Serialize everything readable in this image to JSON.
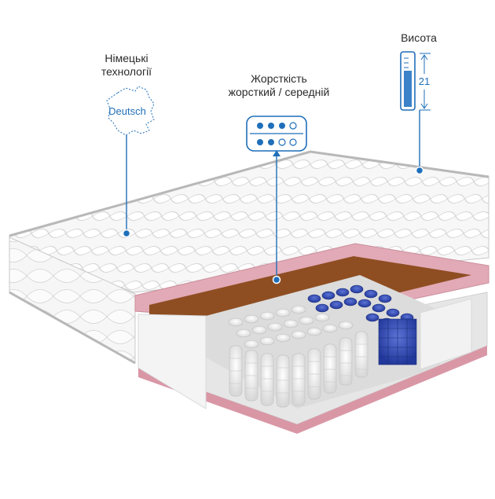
{
  "features": {
    "german_tech": {
      "line1": "Німецькі",
      "line2": "технології",
      "badge": "Deutsch"
    },
    "firmness": {
      "line1": "Жорсткість",
      "line2": "жорсткий / середній",
      "filled_dots": [
        3,
        2
      ],
      "total_dots": 4
    },
    "height": {
      "label": "Висота",
      "value": "21"
    }
  },
  "colors": {
    "accent_blue": "#1f6fba",
    "cover": "#f4f4f4",
    "pink_layer": "#d99aa9",
    "coconut_layer": "#8a4a1f",
    "blue_springs": "#2f48a8",
    "white_springs": "#f3f3f3"
  }
}
